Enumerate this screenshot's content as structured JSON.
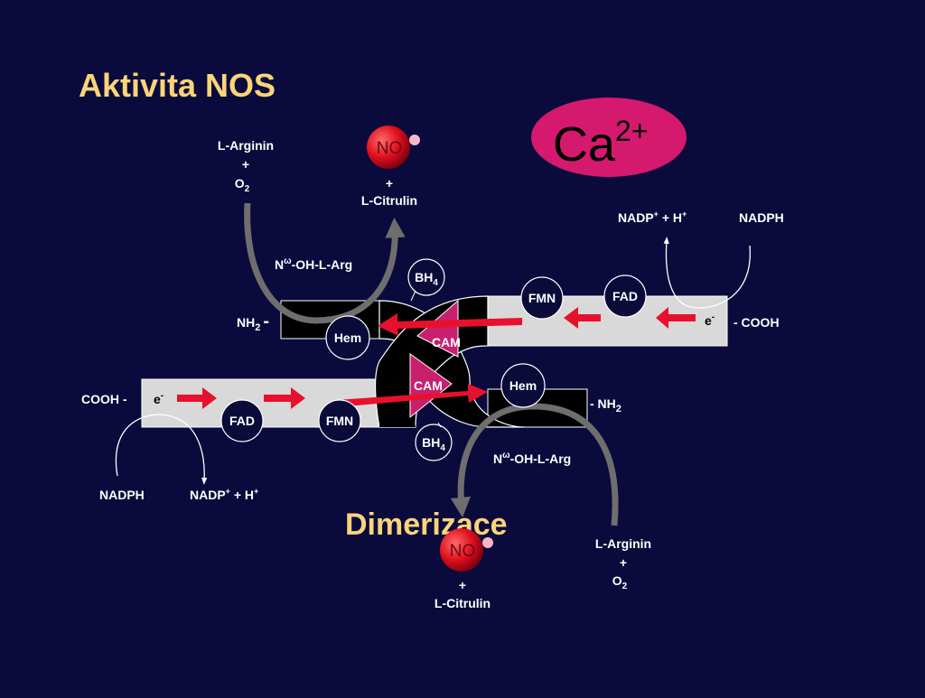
{
  "slide": {
    "title": "Aktivita NOS",
    "dimerization": "Dimerizace",
    "calcium": {
      "base": "Ca",
      "charge": "2+"
    },
    "colors": {
      "background": "#0a0a3c",
      "title": "#fbd47a",
      "domain_bar": "#d9d9d9",
      "calcium_ellipse": "#d4196e",
      "arrow_red": "#e8112d",
      "cam": "#c8206e",
      "arrow_gray": "#6e6e6e"
    }
  },
  "top_monomer": {
    "n_terminus": {
      "main": "NH",
      "sub": "2",
      "dash": "-"
    },
    "c_terminus": "- COOH",
    "electron": {
      "main": "e",
      "sup": "-"
    },
    "domains": {
      "fmn": "FMN",
      "fad": "FAD",
      "heme": "Hem",
      "bh4": {
        "main": "BH",
        "sub": "4"
      },
      "cam": "CAM"
    },
    "substrate": {
      "line1": "L-Arginin",
      "plus": "+",
      "o2": {
        "main": "O",
        "sub": "2"
      }
    },
    "intermediate": {
      "pre": "N",
      "sup": "ω",
      "post": "-OH-L-Arg"
    },
    "product": {
      "no": "NO",
      "plus": "+",
      "citrulline": "L-Citrulin"
    },
    "cofactors": {
      "nadp": {
        "main": "NADP",
        "sup": "+",
        "tail": " + H",
        "sup2": "+"
      },
      "nadph": "NADPH"
    }
  },
  "bottom_monomer": {
    "n_terminus": {
      "dash": "- NH",
      "sub": "2"
    },
    "c_terminus": "COOH -",
    "electron": {
      "main": "e",
      "sup": "-"
    },
    "domains": {
      "fmn": "FMN",
      "fad": "FAD",
      "heme": "Hem",
      "bh4": {
        "main": "BH",
        "sub": "4"
      },
      "cam": "CAM"
    },
    "substrate": {
      "line1": "L-Arginin",
      "plus": "+",
      "o2": {
        "main": "O",
        "sub": "2"
      }
    },
    "intermediate": {
      "pre": "N",
      "sup": "ω",
      "post": "-OH-L-Arg"
    },
    "product": {
      "no": "NO",
      "plus": "+",
      "citrulline": "L-Citrulin"
    },
    "cofactors": {
      "nadph": "NADPH",
      "nadp": {
        "main": "NADP",
        "sup": "+",
        "tail": " + H",
        "sup2": "+"
      }
    }
  }
}
